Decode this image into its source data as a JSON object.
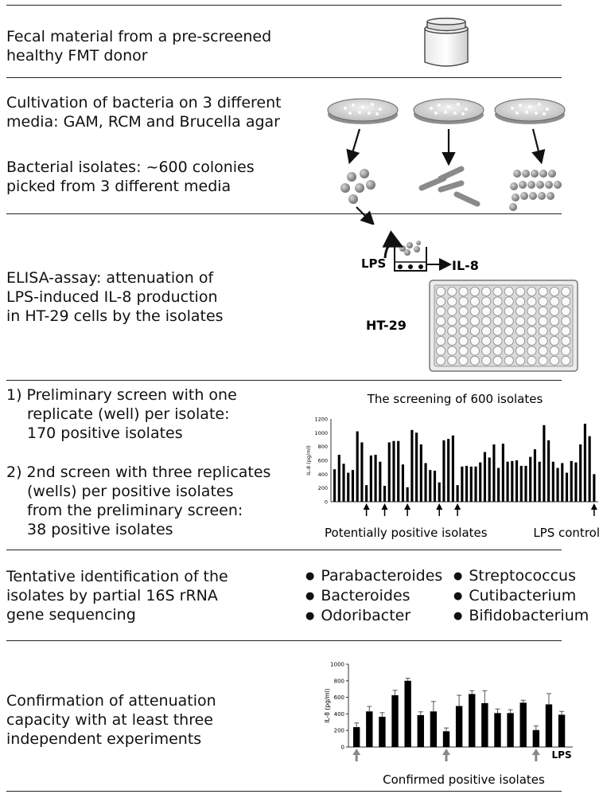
{
  "sections": {
    "s1": {
      "lines": [
        "Fecal material from a pre-screened",
        "healthy FMT donor"
      ]
    },
    "s2": {
      "a": [
        "Cultivation of bacteria on 3 different",
        "media: GAM, RCM and Brucella agar"
      ],
      "b": [
        "Bacterial isolates: ~600 colonies",
        "picked from 3 different media"
      ]
    },
    "s3": {
      "lines": [
        "ELISA-assay: attenuation of",
        "LPS-induced IL-8 production",
        "in HT-29 cells by the isolates"
      ],
      "lps": "LPS",
      "il8": "IL-8",
      "ht29": "HT-29"
    },
    "s4": {
      "a": [
        "1) Preliminary screen with one",
        "replicate (well) per isolate:",
        "170 positive isolates"
      ],
      "b": [
        "2) 2nd screen with three replicates",
        "(wells) per positive isolates",
        "from the preliminary screen:",
        "38 positive isolates"
      ]
    },
    "s5": {
      "lines": [
        "Tentative identification of the",
        "isolates by partial 16S rRNA",
        "gene sequencing"
      ],
      "genera": [
        "Parabacteroides",
        "Bacteroides",
        "Odoribacter",
        "Streptococcus",
        "Cutibacterium",
        "Bifidobacterium"
      ]
    },
    "s6": {
      "lines": [
        "Confirmation of attenuation",
        "capacity with at least three",
        "independent experiments"
      ]
    }
  },
  "chart_data": [
    {
      "type": "bar",
      "title": "The screening of 600 isolates",
      "ylabel": "IL-8 (pg/ml)",
      "ylim": [
        0,
        1200
      ],
      "yticks": [
        "0",
        "200",
        "400",
        "600",
        "800",
        "1000",
        "1200"
      ],
      "values": [
        470,
        680,
        550,
        420,
        460,
        1020,
        860,
        240,
        670,
        680,
        580,
        230,
        860,
        880,
        880,
        540,
        210,
        1040,
        1000,
        830,
        560,
        460,
        450,
        280,
        890,
        910,
        960,
        240,
        510,
        520,
        510,
        510,
        570,
        720,
        640,
        830,
        490,
        840,
        580,
        590,
        600,
        520,
        520,
        650,
        760,
        580,
        1110,
        890,
        580,
        490,
        560,
        420,
        590,
        570,
        830,
        1130,
        950,
        400
      ],
      "highlight_indices": [
        7,
        11,
        16,
        23,
        27,
        57
      ],
      "annotation_left": "Potentially positive isolates",
      "annotation_right": "LPS control"
    },
    {
      "type": "bar",
      "ylabel": "IL-8 (pg/ml)",
      "ylim": [
        0,
        1000
      ],
      "yticks": [
        "0",
        "200",
        "400",
        "600",
        "800",
        "1000"
      ],
      "values": [
        240,
        430,
        365,
        625,
        800,
        385,
        430,
        190,
        495,
        640,
        530,
        410,
        410,
        535,
        205,
        515,
        390
      ],
      "errors": [
        50,
        60,
        50,
        60,
        30,
        40,
        120,
        40,
        130,
        40,
        150,
        50,
        40,
        30,
        50,
        130,
        40
      ],
      "highlight_indices": [
        0,
        7,
        14
      ],
      "last_label": "LPS",
      "xlabel": "Confirmed positive isolates"
    }
  ]
}
